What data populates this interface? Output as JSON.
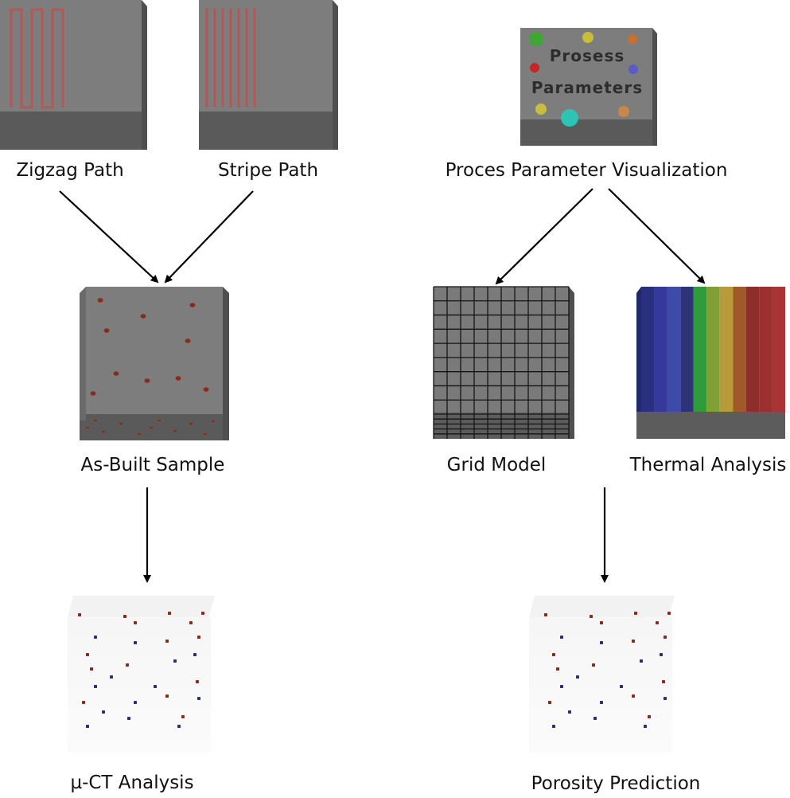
{
  "labels": {
    "zigzag": "Zigzag Path",
    "stripe": "Stripe Path",
    "process": "Proces Parameter Visualization",
    "asbuilt": "As-Built Sample",
    "grid": "Grid Model",
    "thermal": "Thermal Analysis",
    "uct": "µ-CT Analysis",
    "porosity": "Porosity Prediction"
  },
  "parameter_box": {
    "line1": "Prosess",
    "line2": "Parameters",
    "dot_colors": [
      "#3fa534",
      "#c8be3c",
      "#c8702e",
      "#c22626",
      "#5a5ac8",
      "#c8be3c",
      "#2ec4b4",
      "#c8884a"
    ]
  },
  "colors": {
    "block_top": "#7a7a7a",
    "block_side": "#545454",
    "scan_path": "#b75555",
    "pore_red": "#8b2a1a",
    "pore_blue": "#2d2d7a",
    "thermal_bands": [
      "#2a2f80",
      "#34399a",
      "#3e4aa8",
      "#2e3378",
      "#2e9c3c",
      "#7fa034",
      "#b89a3a",
      "#a05a2a",
      "#8c2e2a",
      "#9c3030",
      "#a83434"
    ]
  }
}
